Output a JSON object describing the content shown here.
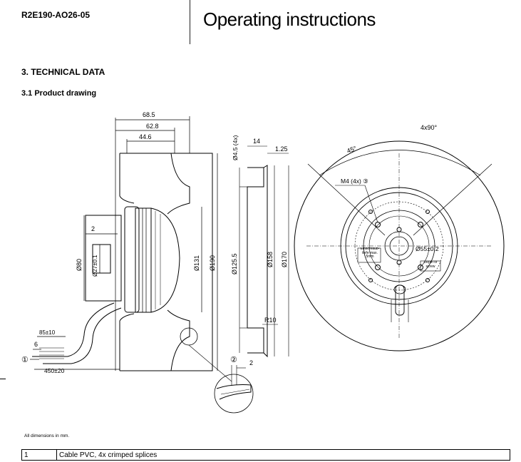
{
  "header": {
    "doc_code": "R2E190-AO26-05",
    "title": "Operating instructions"
  },
  "section": {
    "heading": "3. TECHNICAL DATA",
    "subheading": "3.1 Product drawing"
  },
  "drawing": {
    "side_view": {
      "dim_top_1": "68.5",
      "dim_top_2": "62.8",
      "dim_top_3": "44.6",
      "dim_2": "2",
      "dia_80": "Ø80",
      "dia_27": "Ø27±0.1",
      "dia_131": "Ø131",
      "dia_190": "Ø190",
      "cable_len_85": "85±10",
      "cable_len_6": "6",
      "cable_len_450": "450±20",
      "callout_1": "①"
    },
    "section_view": {
      "hole": "Ø4.5 (4x)",
      "dim_14": "14",
      "dim_125": "1.25",
      "dia_1255": "Ø125.5",
      "dia_158": "Ø158",
      "dia_170": "Ø170",
      "radius": "R10",
      "callout_2": "②",
      "detail_2": "2"
    },
    "front_view": {
      "angle_4x90": "4x90°",
      "angle_45": "45°",
      "screw": "M4 (4x) ③",
      "screw_depth_label": "Einschraub-tiefe max. 5mm",
      "bolt_circle": "Ø55±0.2",
      "depth_screw": "Depth of screw"
    }
  },
  "notes": {
    "dimensions": "All dimensions in mm."
  },
  "legend": [
    {
      "num": "1",
      "text": "Cable PVC, 4x crimped splices"
    }
  ]
}
